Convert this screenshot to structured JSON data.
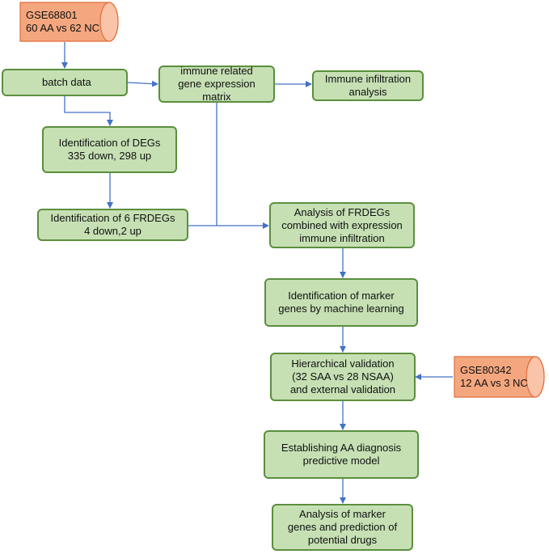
{
  "colors": {
    "box_fill": "#c6e0b4",
    "box_border": "#5b8f3e",
    "db_fill": "#f4a77f",
    "db_border": "#e06d3b",
    "arrow": "#4472c4"
  },
  "sources": {
    "gse68801": {
      "line1": "GSE68801",
      "line2": "60 AA vs 62 NC"
    },
    "gse80342": {
      "line1": "GSE80342",
      "line2": "12 AA vs 3 NC"
    }
  },
  "boxes": {
    "batch": {
      "line1": "batch data"
    },
    "immune_matrix": {
      "line1": "immune related",
      "line2": "gene expression",
      "line3": "matrix"
    },
    "immune_infiltration": {
      "line1": "Immune infiltration",
      "line2": "analysis"
    },
    "degs": {
      "line1": "Identification of DEGs",
      "line2": "335 down, 298 up"
    },
    "frdegs": {
      "line1": "Identification of 6 FRDEGs",
      "line2": "4 down,2 up"
    },
    "analysis_frdegs": {
      "line1": "Analysis of FRDEGs",
      "line2": "combined with expression",
      "line3": "immune infiltration"
    },
    "marker_genes": {
      "line1": "Identification of marker",
      "line2": "genes by machine learning"
    },
    "validation": {
      "line1": "Hierarchical validation",
      "line2": "(32 SAA vs 28 NSAA)",
      "line3": "and external validation"
    },
    "model": {
      "line1": "Establishing AA diagnosis",
      "line2": "predictive model"
    },
    "drugs": {
      "line1": "Analysis of marker",
      "line2": "genes and prediction of",
      "line3": "potential drugs"
    }
  }
}
